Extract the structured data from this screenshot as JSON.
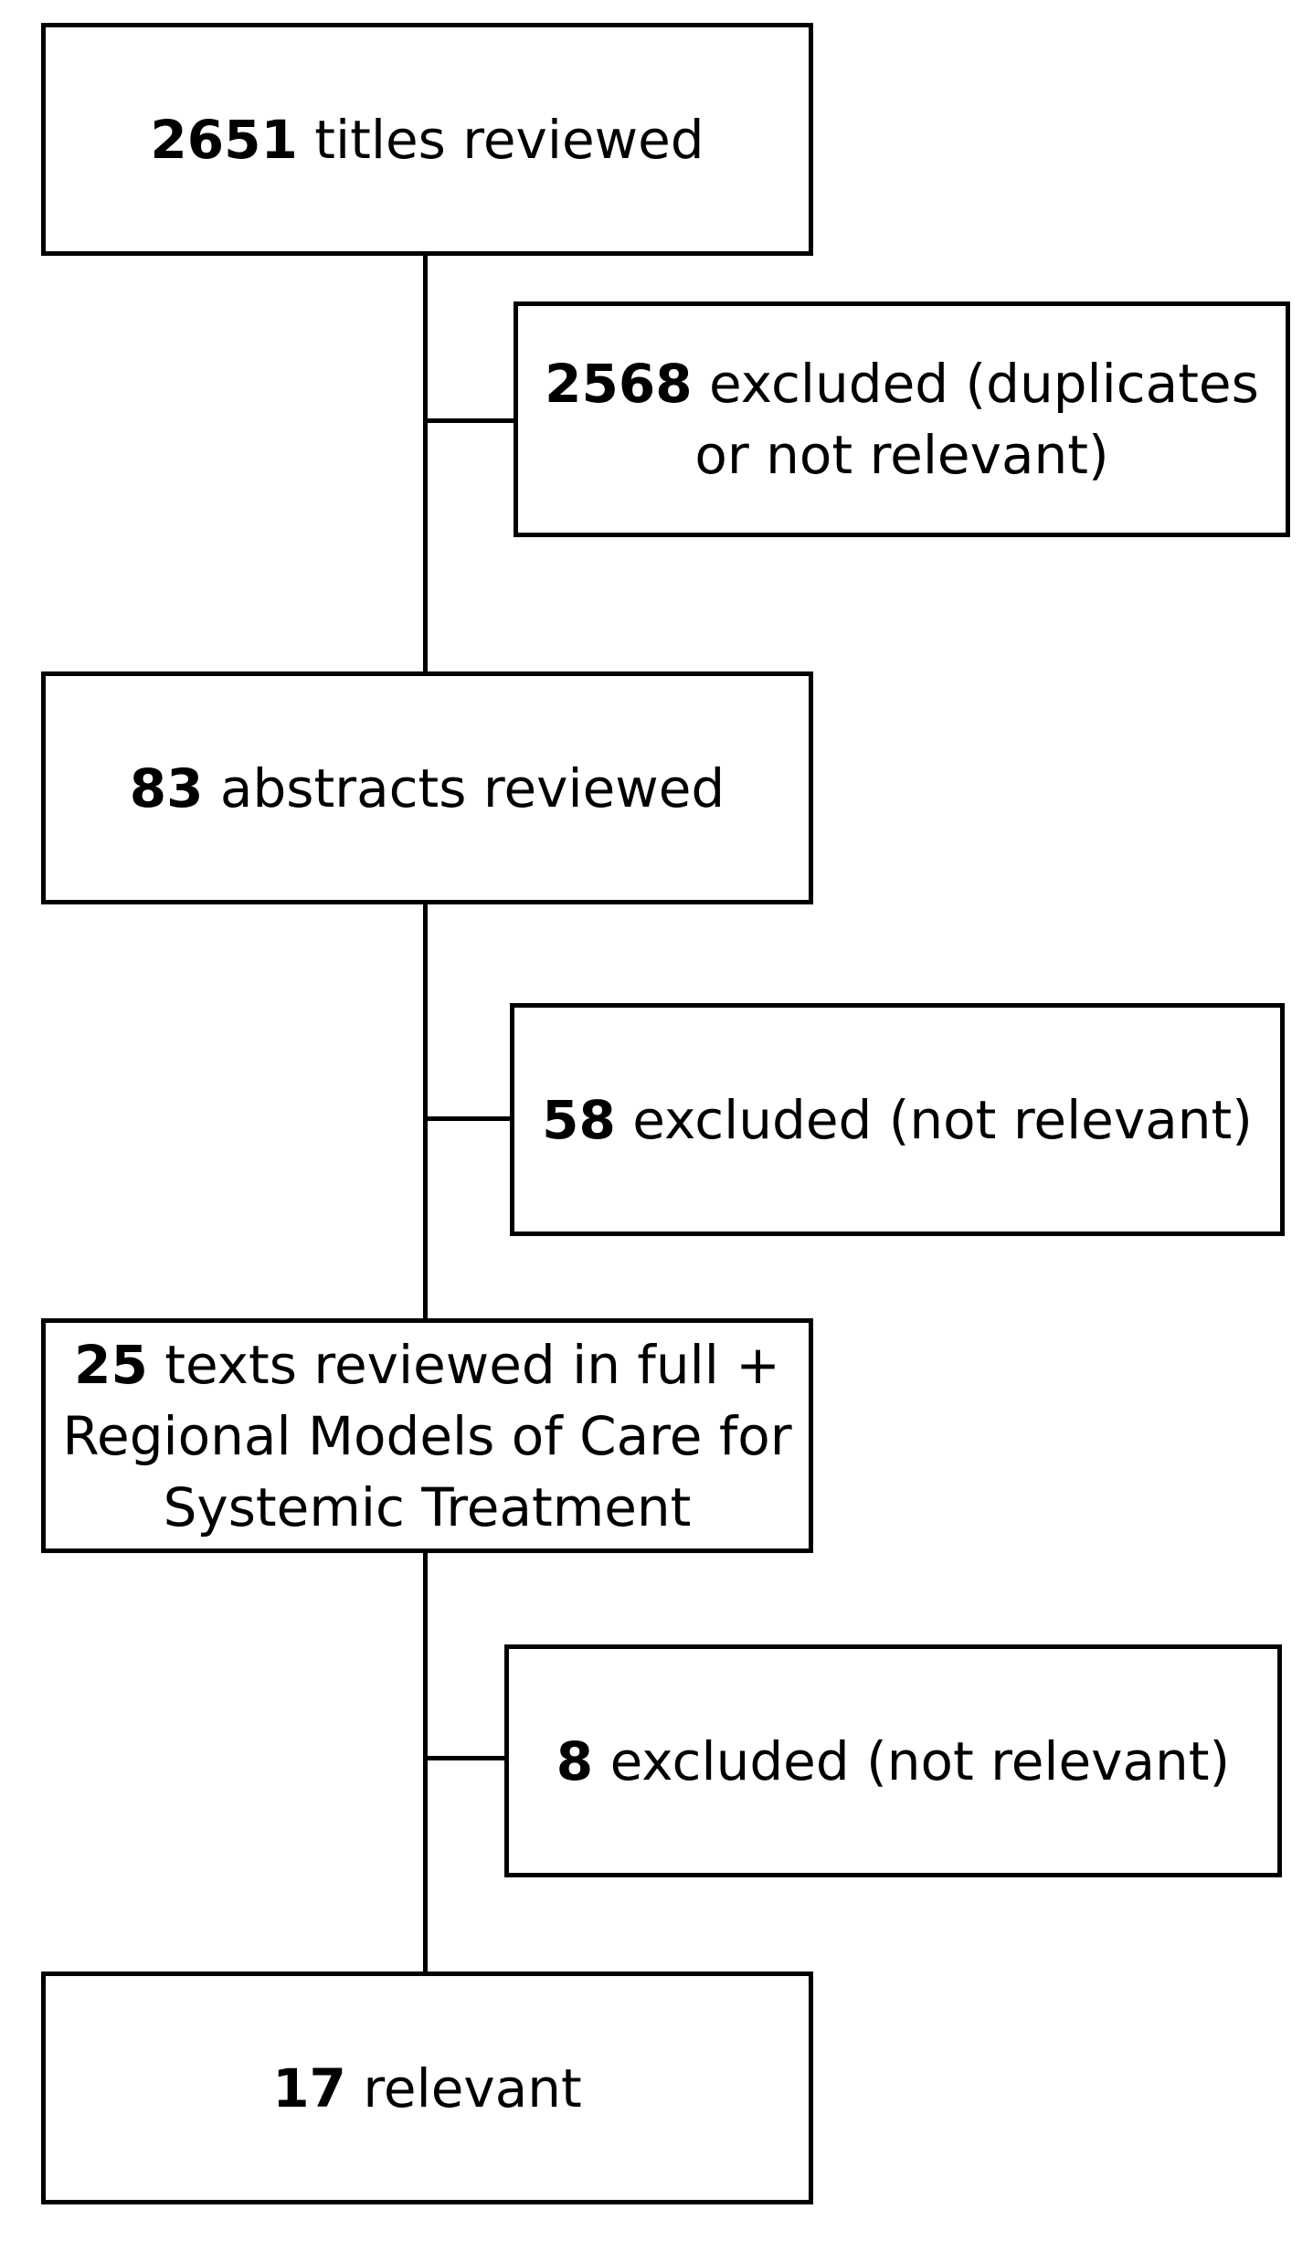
{
  "flow": {
    "step1": {
      "number": "2651",
      "text": " titles reviewed"
    },
    "excluded1": {
      "number": "2568",
      "text": " excluded (duplicates or not relevant)"
    },
    "step2": {
      "number": "83",
      "text": " abstracts reviewed"
    },
    "excluded2": {
      "number": "58",
      "text": " excluded (not relevant)"
    },
    "step3": {
      "number": "25",
      "text": " texts reviewed in full + Regional Models of Care for Systemic Treatment"
    },
    "excluded3": {
      "number": "8",
      "text": " excluded (not relevant)"
    },
    "step4": {
      "number": "17",
      "text": " relevant"
    }
  }
}
